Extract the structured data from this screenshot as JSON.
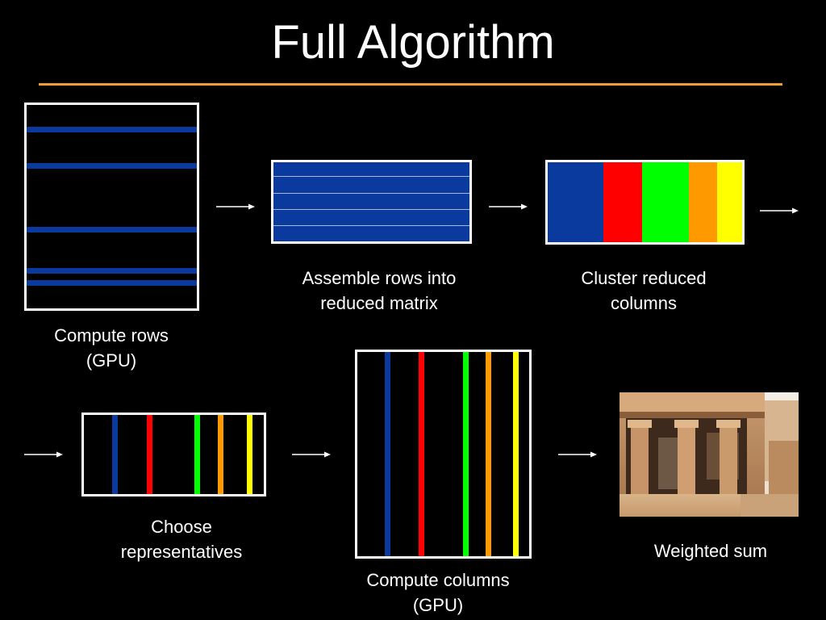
{
  "title": "Full Algorithm",
  "colors": {
    "accent_rule": "#f0a030",
    "blue": "#0b3a9e",
    "red": "#ff0000",
    "green": "#00ff00",
    "orange": "#ff9900",
    "yellow": "#ffff00"
  },
  "captions": {
    "compute_rows": [
      "Compute rows",
      "(GPU)"
    ],
    "assemble_rows": [
      "Assemble rows into",
      "reduced matrix"
    ],
    "cluster_columns": [
      "Cluster reduced",
      "columns"
    ],
    "choose_reps": [
      "Choose",
      "representatives"
    ],
    "compute_columns": [
      "Compute columns",
      "(GPU)"
    ],
    "weighted_sum": "Weighted sum"
  }
}
